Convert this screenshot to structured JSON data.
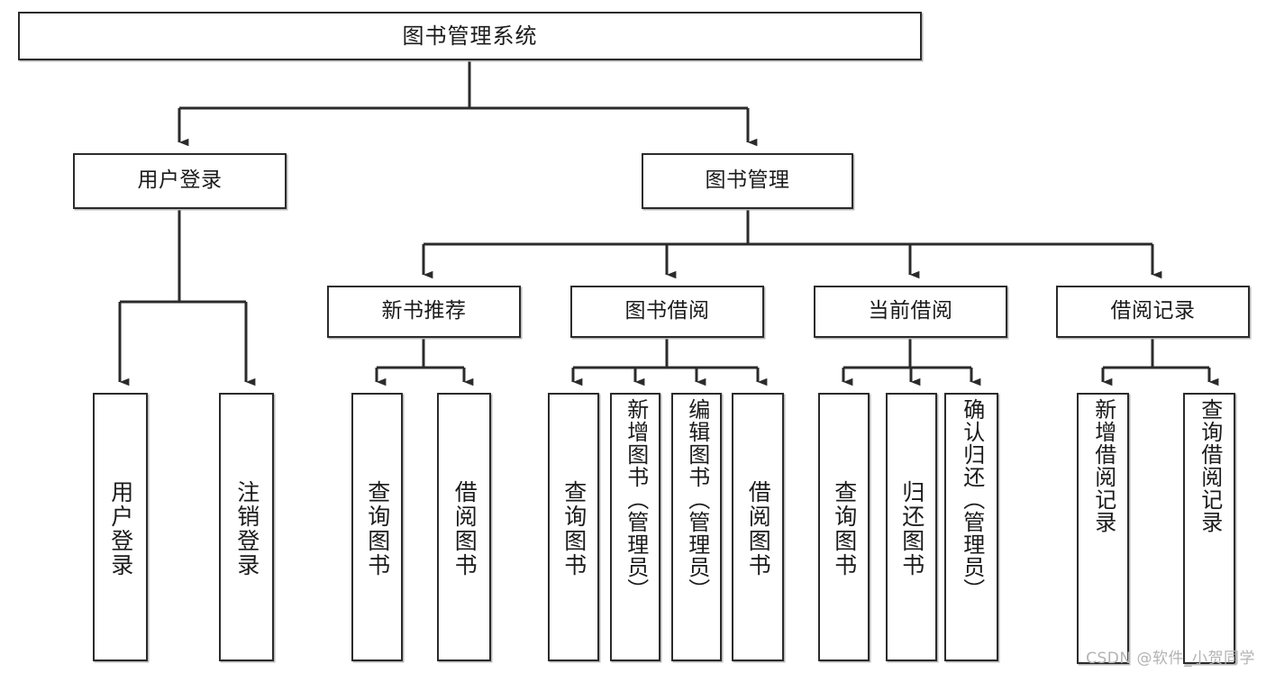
{
  "diagram": {
    "title": "图书管理系统",
    "type": "tree",
    "watermark": "CSDN @软件_小贺同学",
    "colors": {
      "box_border": "#2b2b2b",
      "box_fill": "#ffffff",
      "edge": "#2b2b2b",
      "text": "#1b1b1b",
      "shadow": "#b8b8b8",
      "watermark": "#b3b3b3"
    },
    "nodes": {
      "root": {
        "label": "图书管理系统"
      },
      "level2": [
        {
          "id": "user-login",
          "label": "用户登录"
        },
        {
          "id": "book-management",
          "label": "图书管理"
        }
      ],
      "level3": [
        {
          "id": "new-book-recommend",
          "label": "新书推荐"
        },
        {
          "id": "book-borrow",
          "label": "图书借阅"
        },
        {
          "id": "current-borrow",
          "label": "当前借阅"
        },
        {
          "id": "borrow-record",
          "label": "借阅记录"
        }
      ],
      "leaves": {
        "user_login": [
          {
            "id": "leaf-user-login",
            "label": "用户登录"
          },
          {
            "id": "leaf-logout-login",
            "label": "注销登录"
          }
        ],
        "new_book_recommend": [
          {
            "id": "leaf-query-book-1",
            "label": "查询图书"
          },
          {
            "id": "leaf-borrow-book-1",
            "label": "借阅图书"
          }
        ],
        "book_borrow": [
          {
            "id": "leaf-query-book-2",
            "label": "查询图书"
          },
          {
            "id": "leaf-add-book-admin",
            "label": "新增图书（管理员）"
          },
          {
            "id": "leaf-edit-book-admin",
            "label": "编辑图书（管理员）"
          },
          {
            "id": "leaf-borrow-book-2",
            "label": "借阅图书"
          }
        ],
        "current_borrow": [
          {
            "id": "leaf-query-book-3",
            "label": "查询图书"
          },
          {
            "id": "leaf-return-book",
            "label": "归还图书"
          },
          {
            "id": "leaf-confirm-return-admin",
            "label": "确认归还（管理员）"
          }
        ],
        "borrow_record": [
          {
            "id": "leaf-add-borrow-record",
            "label": "新增借阅记录"
          },
          {
            "id": "leaf-query-borrow-record",
            "label": "查询借阅记录"
          }
        ]
      }
    }
  }
}
